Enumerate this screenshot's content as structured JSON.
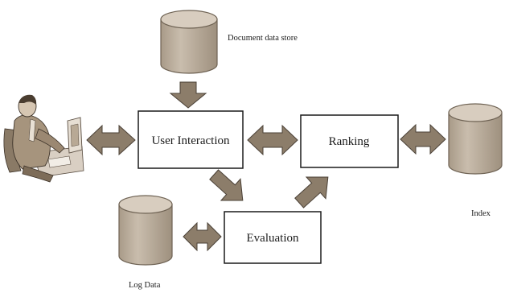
{
  "diagram": {
    "nodes": {
      "document_store": {
        "label": "Document data store"
      },
      "user_interaction": {
        "label": "User Interaction"
      },
      "ranking": {
        "label": "Ranking"
      },
      "evaluation": {
        "label": "Evaluation"
      },
      "index": {
        "label": "Index"
      },
      "log_data": {
        "label": "Log Data"
      }
    },
    "colors": {
      "arrow_fill": "#8c7d6a",
      "arrow_stroke": "#4a4036",
      "cylinder_body": "#bdb09f",
      "cylinder_top": "#d8cdbf",
      "cylinder_stroke": "#6e6253",
      "box_stroke": "#1a1a1a"
    }
  }
}
